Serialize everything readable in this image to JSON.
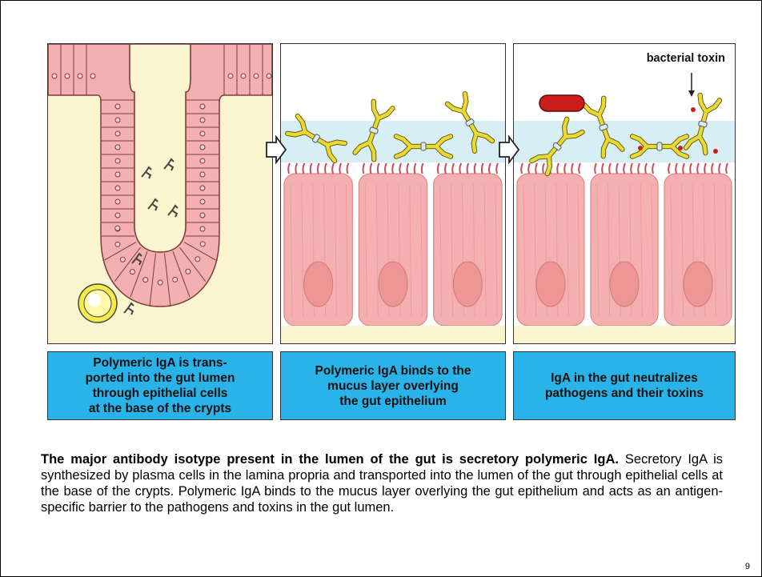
{
  "panels": {
    "p1_caption": "Polymeric IgA is transported into the gut lumen through epithelial cells at the base of the crypts",
    "p1_caption_lines": [
      "Polymeric IgA is trans-",
      "ported into the gut lumen",
      "through epithelial cells",
      "at the base of the crypts"
    ],
    "p2_caption_lines": [
      "Polymeric IgA binds to the",
      "mucus layer overlying",
      "the gut epithelium"
    ],
    "p3_caption_lines": [
      "IgA in the gut neutralizes",
      "pathogens and their toxins"
    ],
    "toxin_label": "bacterial toxin"
  },
  "text": {
    "bold_lead": "The major antibody isotype present in the lumen of the gut is secretory polymeric IgA.",
    "body": " Secretory IgA is synthesized by plasma cells in the lamina propria and transported into the lumen of the gut through epithelial cells at the base of the crypts. Polymeric IgA binds to the mucus layer overlying the gut epithelium and acts as an antigen-specific barrier to the pathogens and toxins in the gut lumen."
  },
  "page_number": "9",
  "colors": {
    "lamina": "#fbf5cf",
    "cell": "#f4b0b0",
    "mucus": "#d7eef5",
    "antibody": "#e8d936",
    "caption_bg": "#2ab3e8",
    "toxin": "#cc1d1d"
  }
}
